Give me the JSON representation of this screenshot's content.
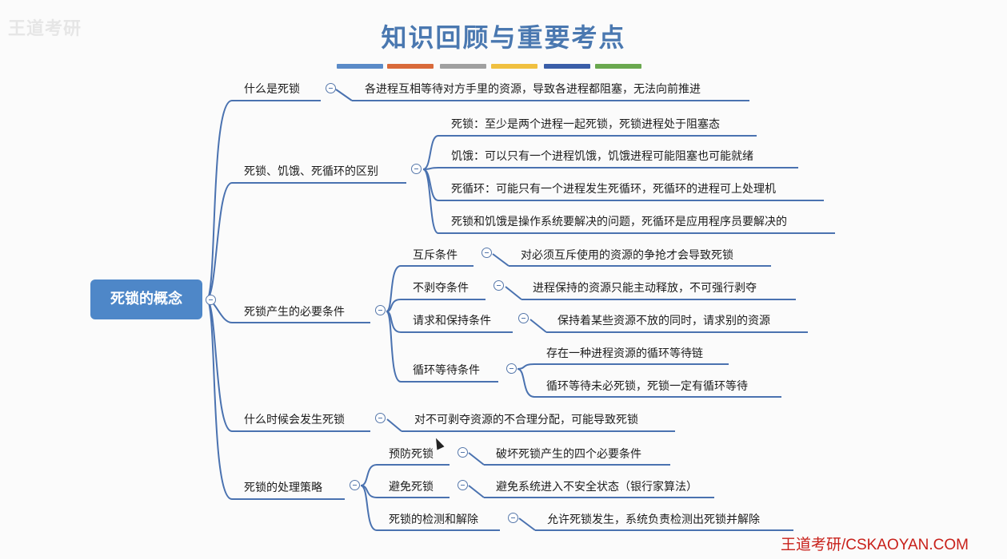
{
  "watermark": "王道考研",
  "title": "知识回顾与重要考点",
  "color_bars": [
    "#5b8bc8",
    "#d96a3a",
    "#a0a0a0",
    "#f0c040",
    "#3a5ea8",
    "#6aa84f"
  ],
  "line_color": "#4a72b0",
  "root": "死锁的概念",
  "n1": "什么是死锁",
  "n1a": "各进程互相等待对方手里的资源，导致各进程都阻塞，无法向前推进",
  "n2": "死锁、饥饿、死循环的区别",
  "n2a": "死锁：至少是两个进程一起死锁，死锁进程处于阻塞态",
  "n2b": "饥饿：可以只有一个进程饥饿，饥饿进程可能阻塞也可能就绪",
  "n2c": "死循环：可能只有一个进程发生死循环，死循环的进程可上处理机",
  "n2d": "死锁和饥饿是操作系统要解决的问题，死循环是应用程序员要解决的",
  "n3": "死锁产生的必要条件",
  "n3a": "互斥条件",
  "n3a1": "对必须互斥使用的资源的争抢才会导致死锁",
  "n3b": "不剥夺条件",
  "n3b1": "进程保持的资源只能主动释放，不可强行剥夺",
  "n3c": "请求和保持条件",
  "n3c1": "保持着某些资源不放的同时，请求别的资源",
  "n3d": "循环等待条件",
  "n3d1": "存在一种进程资源的循环等待链",
  "n3d2": "循环等待未必死锁，死锁一定有循环等待",
  "n4": "什么时候会发生死锁",
  "n4a": "对不可剥夺资源的不合理分配，可能导致死锁",
  "n5": "死锁的处理策略",
  "n5a": "预防死锁",
  "n5a1": "破坏死锁产生的四个必要条件",
  "n5b": "避免死锁",
  "n5b1": "避免系统进入不安全状态（银行家算法）",
  "n5c": "死锁的检测和解除",
  "n5c1": "允许死锁发生，系统负责检测出死锁并解除",
  "footer": "王道考研/CSKAOYAN.COM"
}
